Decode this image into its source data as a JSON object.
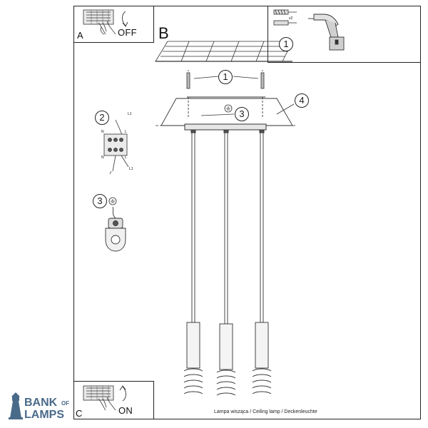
{
  "panels": {
    "a": {
      "letter": "A",
      "state": "OFF"
    },
    "b": {
      "letter": "B"
    },
    "c": {
      "letter": "C",
      "state": "ON"
    }
  },
  "callouts": {
    "ceiling_screws": "1",
    "tool_box": "1",
    "terminal_block": "2",
    "ground_symbol": "3",
    "ground_detail": "3",
    "canopy": "4"
  },
  "terminal_labels": {
    "live": "L",
    "live_top": "L1",
    "live_bottom": "L1",
    "neutral": "N"
  },
  "tools": {
    "fixings_count": "x2"
  },
  "caption": "Lampa wisząca / Ceiling lamp / Deckenleuchte",
  "logo": {
    "line1": "BANK",
    "of": "OF",
    "line2": "LAMPS"
  },
  "icons": [
    "hand-switch-icon",
    "rotate-arrow-icon",
    "drill-icon",
    "wall-plug-icon",
    "ground-icon",
    "logo-lighthouse-icon"
  ]
}
